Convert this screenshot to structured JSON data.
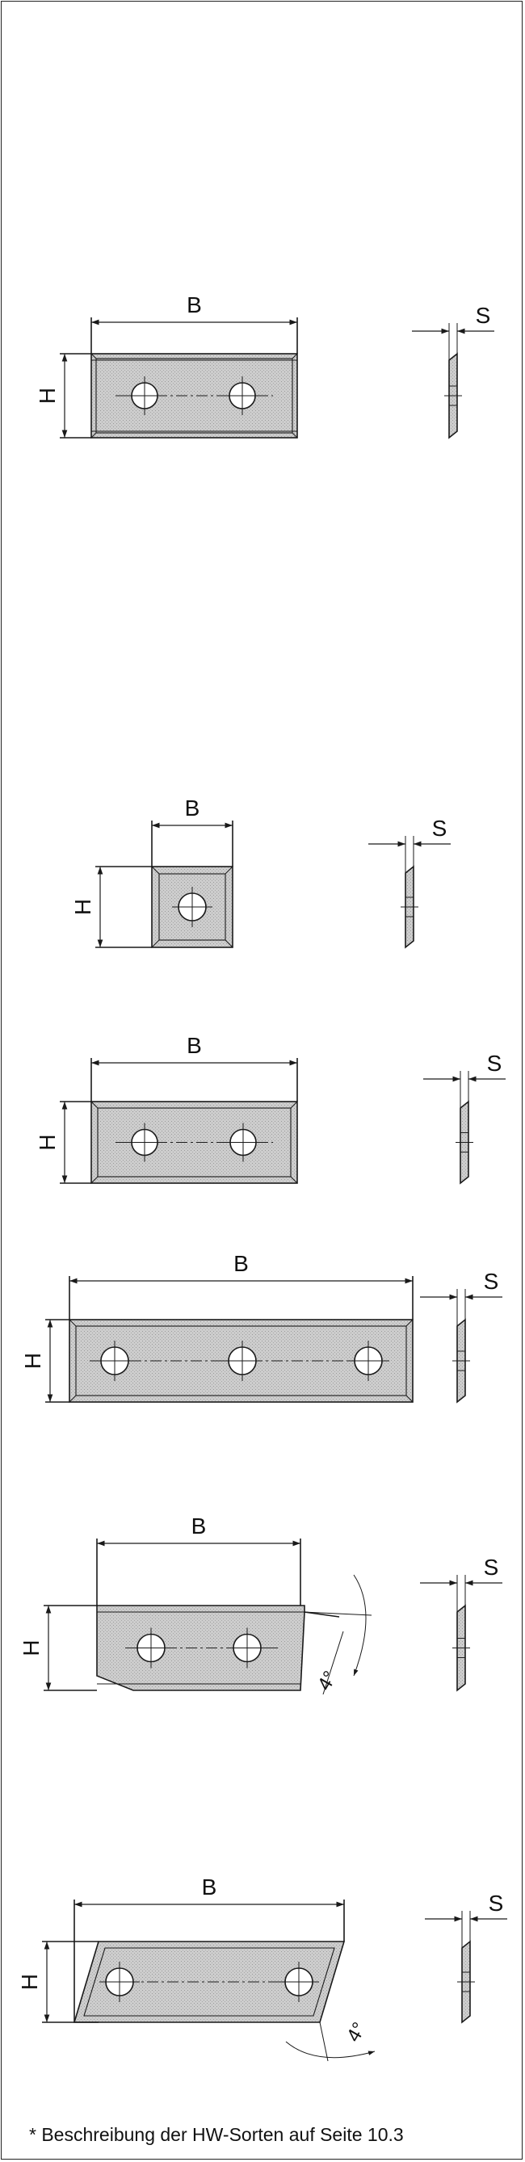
{
  "labels": {
    "width": "B",
    "height": "H",
    "thickness": "S",
    "angle": "4°"
  },
  "colors": {
    "line": "#1a1a1a",
    "fill": "#c9c9c9",
    "background": "#ffffff"
  },
  "footnote": "* Beschreibung der HW-Sorten auf Seite  10.3"
}
